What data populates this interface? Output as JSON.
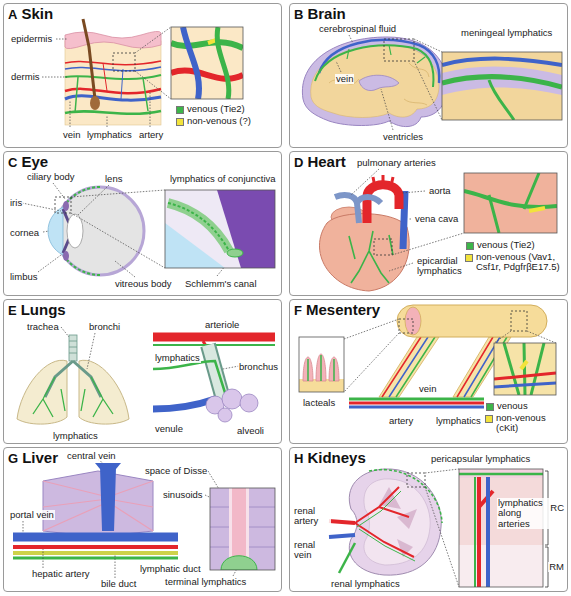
{
  "diagram": {
    "nodes": [
      {
        "text": [
          "A",
          "Skin"
        ]
      },
      {
        "text": [
          "B",
          "Brain"
        ]
      },
      {
        "text": [
          "C",
          "Eye"
        ]
      },
      {
        "text": [
          "D",
          "Heart"
        ]
      },
      {
        "text": [
          "E",
          "Lungs"
        ]
      },
      {
        "text": [
          "F",
          "Mesentery"
        ]
      },
      {
        "text": [
          "G",
          "Liver"
        ]
      },
      {
        "text": [
          "H",
          "Kidneys"
        ]
      }
    ],
    "labels": [
      "epidermis",
      "dermis",
      "vein",
      "lymphatics",
      "artery",
      "cerebrospinal fluid",
      "meningeal lymphatics",
      "vein",
      "ventricles",
      "ciliary body",
      "lymphatics of conjunctiva",
      "iris",
      "lens",
      "cornea",
      "limbus",
      "vitreous body",
      "Schlemm's canal",
      "pulmonary arteries",
      "aorta",
      "vena cava",
      "epicardial lymphatics",
      "trachea",
      "bronchi",
      "lymphatics",
      "arteriole",
      "lymphatics",
      "bronchus",
      "venule",
      "alveoli",
      "lacteals",
      "vein",
      "artery",
      "lymphatics",
      "central vein",
      "portal vein",
      "space of Disse",
      "sinusoids",
      "lymphatic duct",
      "hepatic artery",
      "bile duct",
      "terminal lymphatics",
      "pericapsular lymphatics",
      "renal artery",
      "lymphatics along arteries",
      "RC",
      "renal vein",
      "RM",
      "renal lymphatics"
    ],
    "legend": [
      {
        "text": "venous (Tie2)",
        "color": "#3db54a"
      },
      {
        "text": "non-venous (?)",
        "color": "#f2e33c"
      },
      {
        "text": "venous (Tie2)",
        "color": "#3db54a"
      },
      {
        "text": "non-venous (Vav1, Csf1r, PdgfrβE17.5)",
        "color": "#f2e33c"
      },
      {
        "text": "venous",
        "color": "#3db54a"
      },
      {
        "text": "non-venous (cKit)",
        "color": "#f2e33c"
      }
    ]
  }
}
